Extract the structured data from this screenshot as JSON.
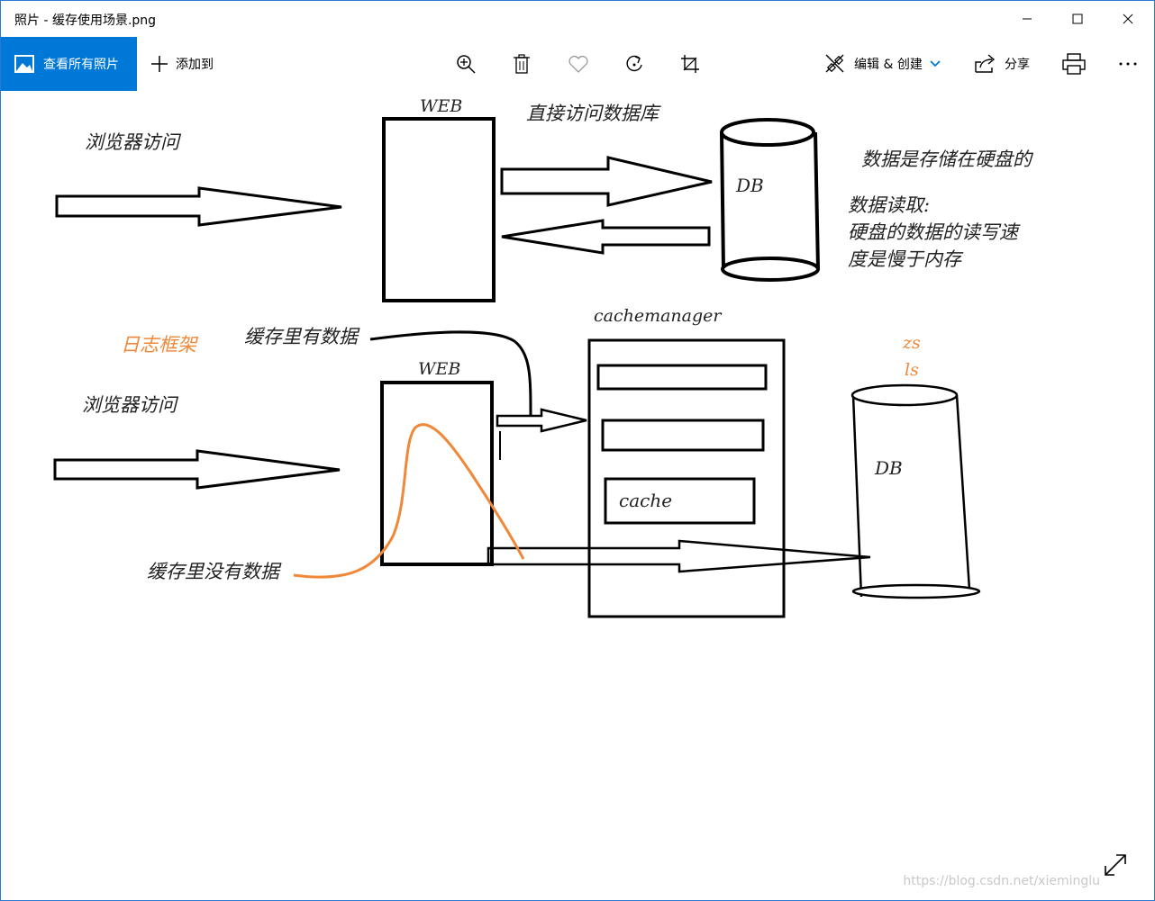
{
  "window": {
    "title": "照片 - 缓存使用场景.png"
  },
  "toolbar": {
    "view_all_label": "查看所有照片",
    "add_to_label": "添加到",
    "edit_create_label": "编辑 & 创建",
    "share_label": "分享"
  },
  "diagram": {
    "top": {
      "browser_label": "浏览器访问",
      "web_label": "WEB",
      "direct_db_label": "直接访问数据库",
      "db_label": "DB",
      "note_disk": "数据是存储在硬盘的",
      "note_read_1": "数据读取:",
      "note_read_2": "硬盘的数据的读写速",
      "note_read_3": "度是慢于内存"
    },
    "bottom": {
      "log_framework_label": "日志框架",
      "cache_has_data_label": "缓存里有数据",
      "cachemanager_label": "cachemanager",
      "web_label": "WEB",
      "browser_label": "浏览器访问",
      "cache_label": "cache",
      "db_label": "DB",
      "zs_label": "zs",
      "ls_label": "ls",
      "cache_no_data_label": "缓存里没有数据"
    }
  },
  "watermark": "https://blog.csdn.net/xieminglu",
  "colors": {
    "accent": "#0078d7",
    "orange": "#f0883a"
  }
}
